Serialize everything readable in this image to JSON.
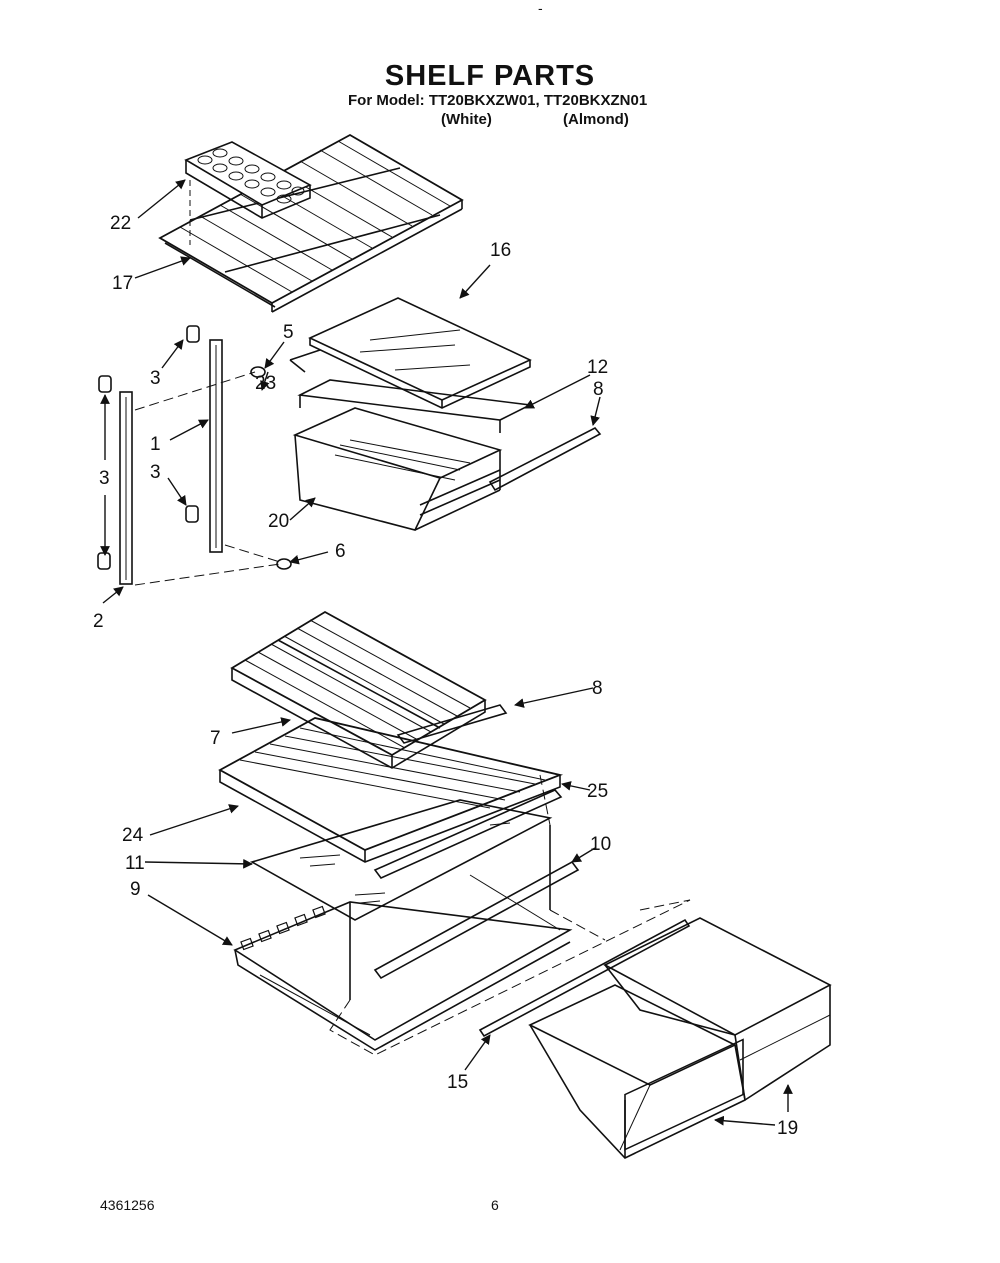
{
  "header": {
    "title": "SHELF PARTS",
    "model_line": "For Model: TT20BKXZW01, TT20BKXZN01",
    "variant_white": "(White)",
    "variant_almond": "(Almond)",
    "top_mark": "-"
  },
  "footer": {
    "doc_number": "4361256",
    "page_number": "6"
  },
  "callouts": {
    "c22": "22",
    "c17": "17",
    "c16": "16",
    "c5": "5",
    "c3a": "3",
    "c3b": "3",
    "c3c": "3",
    "c1": "1",
    "c23": "23",
    "c12": "12",
    "c8a": "8",
    "c20": "20",
    "c6": "6",
    "c2": "2",
    "c8b": "8",
    "c7": "7",
    "c25": "25",
    "c24": "24",
    "c11": "11",
    "c10": "10",
    "c9": "9",
    "c15": "15",
    "c19": "19"
  }
}
